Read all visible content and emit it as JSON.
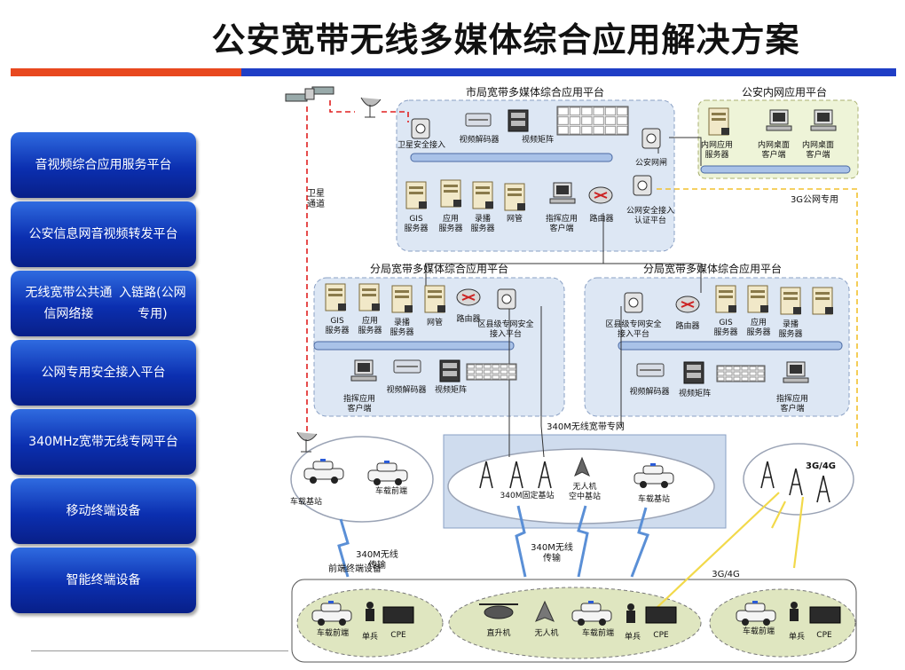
{
  "title": "公安宽带无线多媒体综合应用解决方案",
  "menu": [
    {
      "lines": [
        "音视频综合应用服务平台"
      ]
    },
    {
      "lines": [
        "公安信息网音视频转发平",
        "台"
      ]
    },
    {
      "lines": [
        "无线宽带公共通信网络接",
        "入链路(公网专用)"
      ]
    },
    {
      "lines": [
        "公网专用安全接入平台"
      ]
    },
    {
      "lines": [
        "340MHz宽带无线专网平台"
      ]
    },
    {
      "lines": [
        "移动终端设备"
      ]
    },
    {
      "lines": [
        "智能终端设备"
      ]
    }
  ],
  "diagram": {
    "city_platform": "市局宽带多媒体综合应用平台",
    "intranet_platform": "公安内网应用平台",
    "branch_left": "分局宽带多媒体综合应用平台",
    "branch_right": "分局宽带多媒体综合应用平台",
    "satellite_channel": [
      "卫星",
      "通道"
    ],
    "public_3g": "3G公网专用",
    "city_nodes": {
      "sat_access": "卫星安全接入",
      "video_decoder": "视频解码器",
      "video_matrix": "视频矩阵",
      "gateway": "公安网闸",
      "gis": [
        "GIS",
        "服务器"
      ],
      "app_server": [
        "应用",
        "服务器"
      ],
      "record_server": [
        "录播",
        "服务器"
      ],
      "netmgr": "网管",
      "client": [
        "指挥应用",
        "客户端"
      ],
      "router": "路由器",
      "auth": [
        "公网安全接入",
        "认证平台"
      ]
    },
    "intranet_nodes": {
      "server": [
        "内网应用",
        "服务器"
      ],
      "desktop1": [
        "内网桌面",
        "客户端"
      ],
      "desktop2": [
        "内网桌面",
        "客户端"
      ]
    },
    "branch_left_nodes": {
      "gis": [
        "GIS",
        "服务器"
      ],
      "app": [
        "应用",
        "服务器"
      ],
      "rec": [
        "录播",
        "服务器"
      ],
      "netmgr": "网管",
      "router": "路由器",
      "access": [
        "区县级专网安全",
        "接入平台"
      ],
      "client": [
        "指挥应用",
        "客户端"
      ],
      "decoder": "视频解码器",
      "matrix": "视频矩阵"
    },
    "branch_right_nodes": {
      "access": [
        "区县级专网安全",
        "接入平台"
      ],
      "router": "路由器",
      "gis": [
        "GIS",
        "服务器"
      ],
      "app": [
        "应用",
        "服务器"
      ],
      "rec": [
        "录播",
        "服务器"
      ],
      "decoder": "视频解码器",
      "matrix": "视频矩阵",
      "client": [
        "指挥应用",
        "客户端"
      ]
    },
    "network_340": "340M无线宽带专网",
    "fixed_station": "340M固定基站",
    "uav_station": [
      "无人机",
      "空中基站"
    ],
    "vehicle_station": "车载基站",
    "vehicle_station_left": "车载基站",
    "vehicle_front": "车载前端",
    "tg4g": "3G/4G",
    "wireless_left": [
      "340M无线",
      "传输"
    ],
    "wireless_left_sub": "前端终端设备",
    "wireless_mid": [
      "340M无线",
      "传输"
    ],
    "tg4g_link": "3G/4G",
    "terminals": {
      "left": [
        "车载前端",
        "单兵",
        "CPE"
      ],
      "mid": [
        "直升机",
        "无人机",
        "车载前端",
        "单兵",
        "CPE"
      ],
      "right": [
        "车载前端",
        "单兵",
        "CPE"
      ]
    }
  }
}
